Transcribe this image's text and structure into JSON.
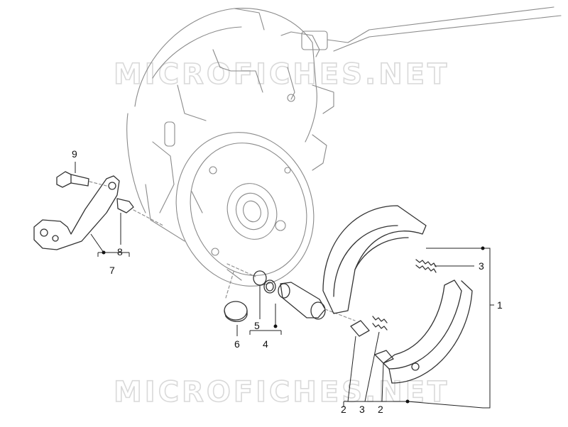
{
  "watermark": {
    "top": "MICROFICHES.NET",
    "bottom": "MICROFICHES.NET"
  },
  "callouts": {
    "c1": "1",
    "c2a": "2",
    "c2b": "2",
    "c3a": "3",
    "c3b": "3",
    "c4": "4",
    "c5": "5",
    "c6": "6",
    "c7": "7",
    "c8": "8",
    "c9": "9"
  },
  "colors": {
    "line_art": "#8a8a8a",
    "line_dark": "#333333",
    "leader": "#222222",
    "watermark": "#d9d9d9"
  }
}
